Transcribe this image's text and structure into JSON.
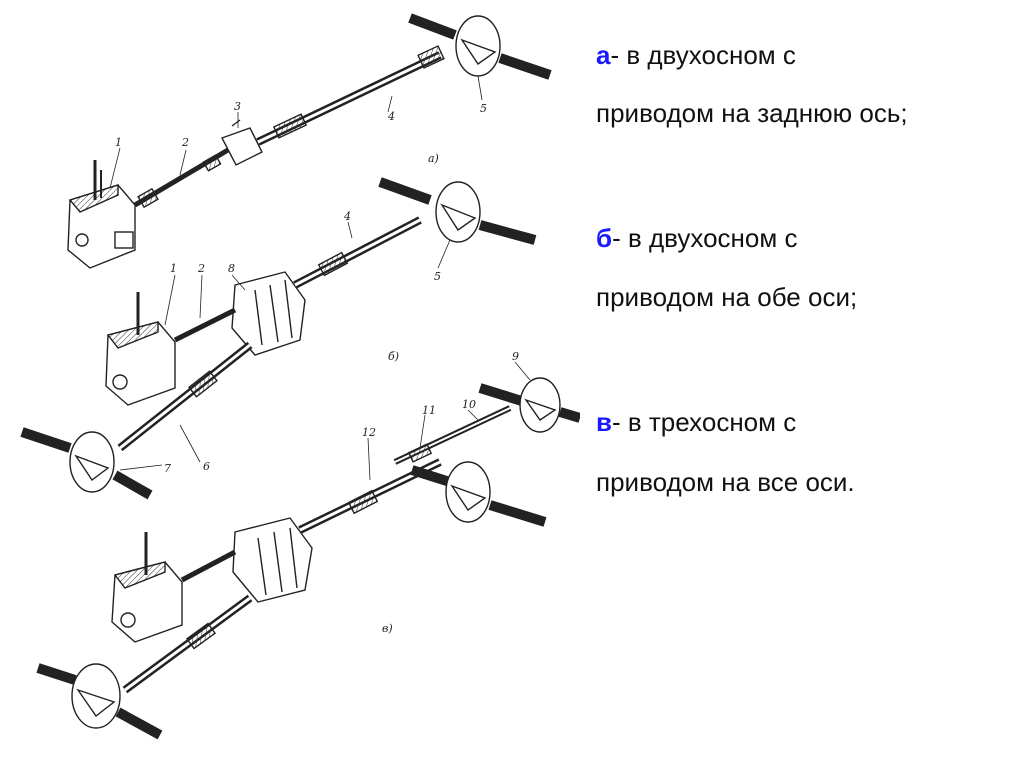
{
  "captions": {
    "a": {
      "letter": "а",
      "line1": "- в двухосном с",
      "line2": "приводом на заднюю ось;"
    },
    "b": {
      "letter": "б",
      "line1": "- в двухосном с",
      "line2": "приводом на обе оси;"
    },
    "c": {
      "letter": "в",
      "line1": "- в трехосном с",
      "line2": "приводом на все оси."
    }
  },
  "figure_labels": {
    "a": "а)",
    "b": "б)",
    "c": "в)"
  },
  "part_numbers": {
    "n1": "1",
    "n2": "2",
    "n3": "3",
    "n4": "4",
    "n5": "5",
    "n6": "6",
    "n7": "7",
    "n8": "8",
    "n9": "9",
    "n10": "10",
    "n11": "11",
    "n12": "12"
  },
  "colors": {
    "accent_letter": "#1a1aff",
    "text": "#111111",
    "drawing": "#222222"
  }
}
